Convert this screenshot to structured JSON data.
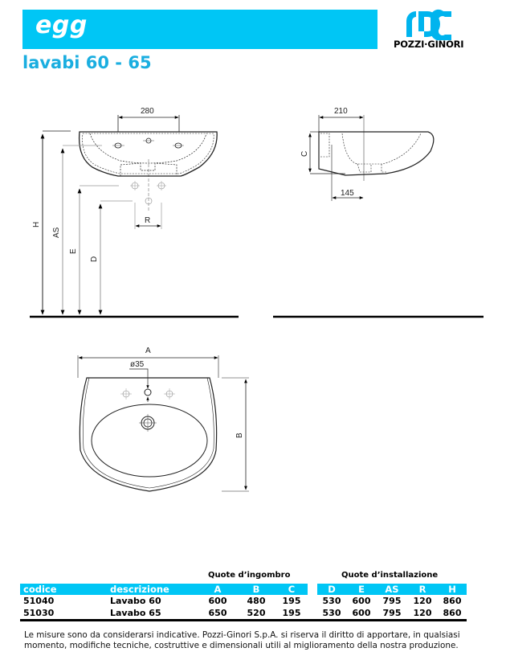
{
  "header": {
    "brand_name": "egg",
    "subtitle": "lavabi 60 - 65",
    "logo_text": "POZZI·GINORI",
    "accent_color": "#00c6f5",
    "subtitle_color": "#1aaee0"
  },
  "drawings": {
    "front_view": {
      "dim_280": "280",
      "label_R": "R",
      "label_H": "H",
      "label_AS": "AS",
      "label_E": "E",
      "label_D": "D"
    },
    "side_view": {
      "dim_210": "210",
      "dim_145": "145",
      "label_C": "C"
    },
    "top_view": {
      "label_A": "A",
      "label_B": "B",
      "dim_diameter": "ø35"
    }
  },
  "table": {
    "group_ingombro": "Quote d’ingombro",
    "group_installazione": "Quote d’installazione",
    "columns": [
      "codice",
      "descrizione",
      "A",
      "B",
      "C",
      "D",
      "E",
      "AS",
      "R",
      "H"
    ],
    "rows": [
      {
        "codice": "51040",
        "descrizione": "Lavabo 60",
        "A": "600",
        "B": "480",
        "C": "195",
        "D": "530",
        "E": "600",
        "AS": "795",
        "R": "120",
        "H": "860"
      },
      {
        "codice": "51030",
        "descrizione": "Lavabo 65",
        "A": "650",
        "B": "520",
        "C": "195",
        "D": "530",
        "E": "600",
        "AS": "795",
        "R": "120",
        "H": "860"
      }
    ]
  },
  "footer": {
    "disclaimer": "Le misure sono da considerarsi indicative. Pozzi-Ginori S.p.A. si riserva il diritto di apportare, in qualsiasi momento, modifiche tecniche, costruttive e dimensionali utili al miglioramento della nostra produzione."
  }
}
